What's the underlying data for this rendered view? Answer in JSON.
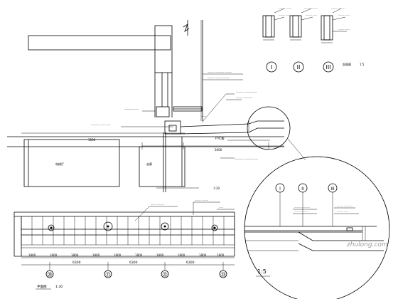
{
  "drawing": {
    "detail_markers": [
      {
        "label": "I"
      },
      {
        "label": "II"
      },
      {
        "label": "III"
      }
    ],
    "section_scale_label": "1:5",
    "section_sheet_label": "剖面图",
    "plan_scale_label": "1:30",
    "enlarged_detail_scale": "1:5",
    "plan_title_label": "平面图",
    "plan_title_scale": "1:30",
    "dimensions": {
      "left_bay": "1500",
      "mid_span": "3000",
      "plan_bays": [
        "1800",
        "1800",
        "1800",
        "1800",
        "1800",
        "1800",
        "1800",
        "1800",
        "1800",
        "1800"
      ],
      "plan_totals": [
        "6300",
        "6300",
        "6300"
      ]
    },
    "grid_axes": [
      {
        "label": "⑳"
      },
      {
        "label": "㉑"
      },
      {
        "label": "㉒"
      },
      {
        "label": "㉓"
      }
    ],
    "room_labels": {
      "left_room": "电梯厅",
      "right_room": "走廊"
    },
    "notes": {
      "fpc_label": "FYC板",
      "watermark": "zhulong.com"
    }
  }
}
